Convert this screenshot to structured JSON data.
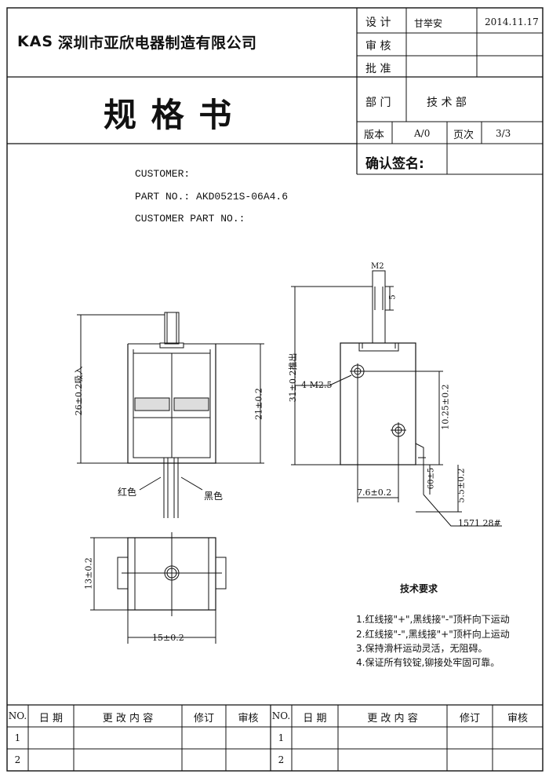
{
  "header": {
    "company_logo": "KAS",
    "company_name": "深圳市亚欣电器制造有限公司",
    "doc_title": "规 格 书",
    "design_label": "设 计",
    "designer": "甘举安",
    "date": "2014.11.17",
    "review_label": "审 核",
    "approve_label": "批 准",
    "dept_label": "部 门",
    "dept_value": "技 术 部",
    "version_label": "版本",
    "version_value": "A/0",
    "page_label": "页次",
    "page_value": "3/3",
    "confirm_label": "确认签名:"
  },
  "customer": {
    "customer_label": "CUSTOMER:",
    "part_no_line": "PART NO.: AKD0521S-06A4.6",
    "customer_part_label": "CUSTOMER PART NO.:"
  },
  "drawing": {
    "dim_26": "26±0.2吸入",
    "dim_21": "21±0.2",
    "dim_31": "31±0.2推出",
    "label_m2": "M2",
    "dim_5": "5",
    "hole_label": "4-M2.5",
    "dim_1025": "10.25±0.2",
    "dim_76": "7.6±0.2",
    "dim_60": "60±5",
    "dim_55": "5.5±0.2",
    "wire_label": "1571 28#",
    "red_wire": "红色",
    "black_wire": "黑色",
    "dim_13": "13±0.2",
    "dim_15": "15±0.2"
  },
  "tech": {
    "title": "技术要求",
    "items": [
      "1.红线接\"+\",黑线接\"-\"顶杆向下运动",
      "2.红线接\"-\",黑线接\"+\"顶杆向上运动",
      "3.保持滑杆运动灵活，无阻碍。",
      "4.保证所有铰锭,铆接处牢固可靠。"
    ]
  },
  "revision": {
    "headers": [
      "NO.",
      "日 期",
      "更 改 内 容",
      "修订",
      "审核"
    ],
    "rows": [
      "1",
      "2"
    ]
  }
}
